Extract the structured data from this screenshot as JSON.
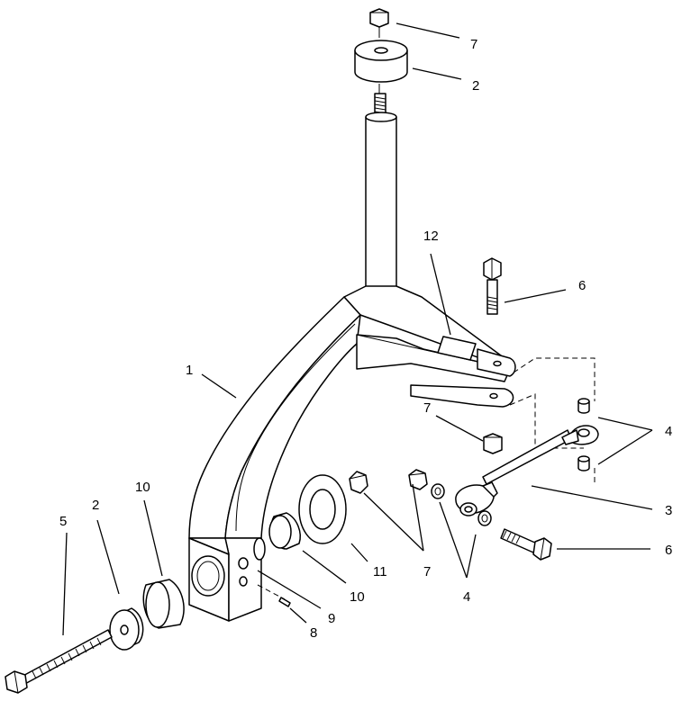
{
  "callouts": {
    "c7_top": "7",
    "c2_top": "2",
    "c12": "12",
    "c6_top": "6",
    "c1": "1",
    "c7_mid": "7",
    "c4_right": "4",
    "c3": "3",
    "c6_bottom": "6",
    "c5": "5",
    "c2_left": "2",
    "c10_left": "10",
    "c11": "11",
    "c7_bottom": "7",
    "c4_bottom": "4",
    "c10_bottom": "10",
    "c9": "9",
    "c8": "8"
  }
}
